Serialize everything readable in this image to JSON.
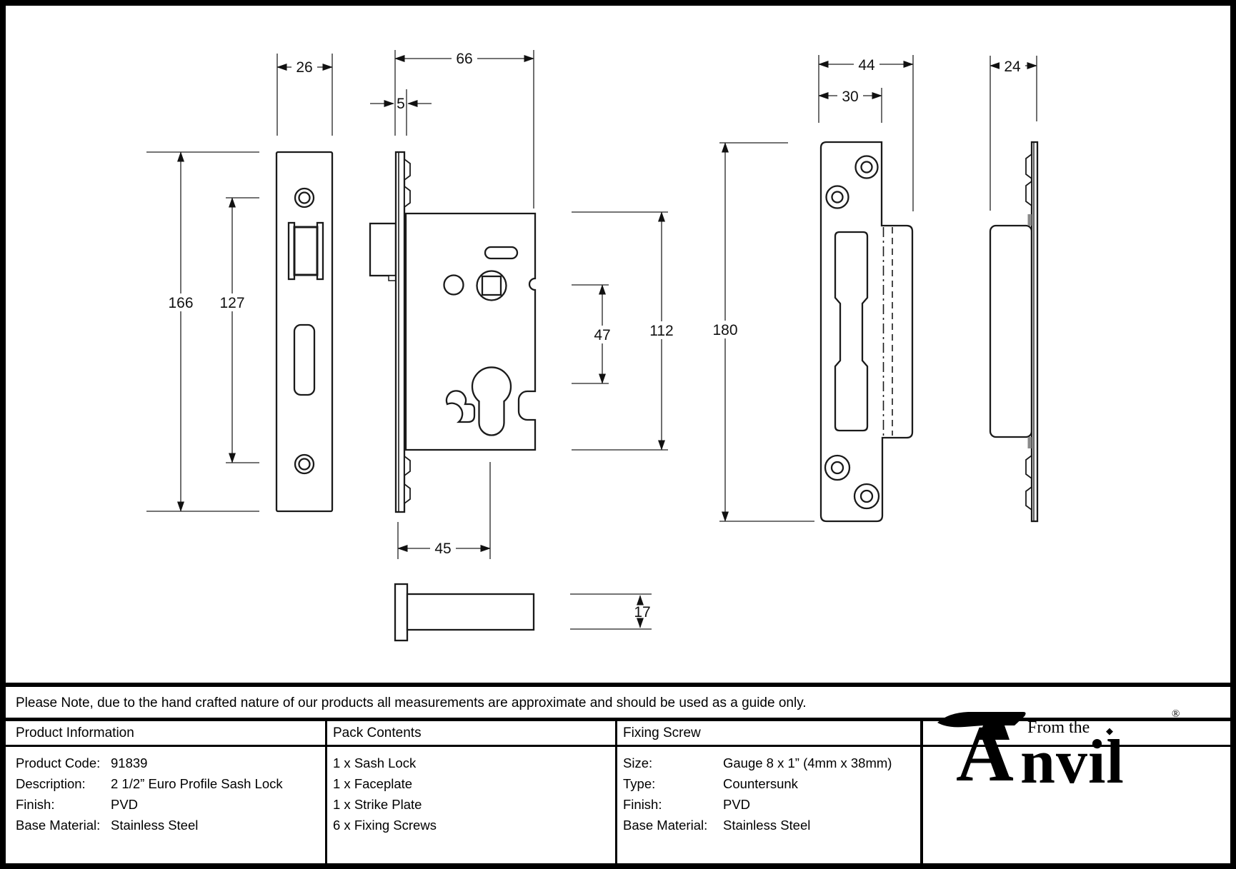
{
  "drawing": {
    "dims": {
      "faceplate_width": "26",
      "lock_depth": "66",
      "faceplate_thickness": "5",
      "faceplate_height": "166",
      "hole_spacing": "127",
      "body_height": "112",
      "follower_to_cylinder": "47",
      "backset": "45",
      "body_thickness": "17",
      "strike_overall_width": "44",
      "strike_plate_width": "30",
      "strike_height": "180",
      "strike_side_width": "24"
    }
  },
  "note": {
    "text": "Please Note, due to the hand crafted nature of our products all measurements are approximate and should be used as a guide only."
  },
  "table": {
    "product_information": {
      "header": "Product Information",
      "rows": [
        {
          "label": "Product Code:",
          "value": "91839"
        },
        {
          "label": "Description:",
          "value": "2 1/2” Euro Profile Sash Lock"
        },
        {
          "label": "Finish:",
          "value": "PVD"
        },
        {
          "label": "Base Material:",
          "value": "Stainless Steel"
        }
      ]
    },
    "pack_contents": {
      "header": "Pack Contents",
      "items": [
        "1 x Sash Lock",
        "1 x Faceplate",
        "1 x Strike Plate",
        "6 x Fixing Screws"
      ]
    },
    "fixing_screw": {
      "header": "Fixing Screw",
      "rows": [
        {
          "label": "Size:",
          "value": "Gauge 8 x 1” (4mm x 38mm)"
        },
        {
          "label": "Type:",
          "value": "Countersunk"
        },
        {
          "label": "Finish:",
          "value": "PVD"
        },
        {
          "label": "Base Material:",
          "value": "Stainless Steel"
        }
      ]
    }
  },
  "logo": {
    "from_the": "From the",
    "diamond": "◆",
    "brand_a": "A",
    "brand_rest": "nvil",
    "registered": "®"
  }
}
